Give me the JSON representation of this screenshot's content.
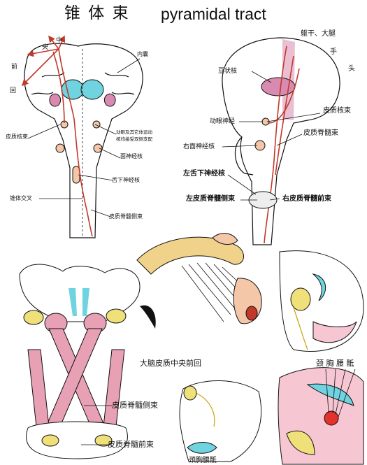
{
  "title": {
    "cn": "锥 体 束",
    "en": "pyramidal tract"
  },
  "panel_a": {
    "labels": {
      "center": "中",
      "central": "央",
      "forehead": "前",
      "gyrus": "回",
      "internal_capsule": "内囊",
      "corticobulbar": "皮质核束",
      "oculomotor_note_1": "动眼及其它体运动",
      "oculomotor_note_2": "核均接受双侧支配",
      "facial_nucleus": "面神经核",
      "hypoglossal_nucleus": "舌下神经核",
      "decussation": "锥体交叉",
      "lateral_cst": "皮质脊髓侧束"
    }
  },
  "panel_b": {
    "labels": {
      "trunk_thigh": "躯干、大腿",
      "hand": "手",
      "head": "头",
      "lentiform": "豆状核",
      "corticobulbar": "皮质核束",
      "oculomotor": "动眼神经",
      "corticospinal": "皮质脊髓束",
      "facial_right": "右面神经核",
      "hypoglossal_left": "左舌下神经核",
      "left_lateral": "左皮质脊髓侧束",
      "right_anterior": "右皮质脊髓前束"
    }
  },
  "panel_c": {
    "labels": {
      "caption": "大脑皮质中央前回"
    }
  },
  "panel_d": {
    "labels": {
      "levels": "颈 胸 腰 骶"
    }
  },
  "panel_e": {
    "labels": {
      "lateral": "皮质脊髓侧束",
      "anterior": "皮质脊髓前束"
    }
  },
  "panel_f": {
    "labels": {
      "levels_bottom": "颈胸腰骶"
    }
  },
  "colors": {
    "tract_red": "#c0392b",
    "cyan": "#6fd3e0",
    "magenta": "#d98ab0",
    "pink_fibers": "#e7a0b4",
    "yellow": "#f0e07a",
    "skin": "#f3c7a8"
  }
}
